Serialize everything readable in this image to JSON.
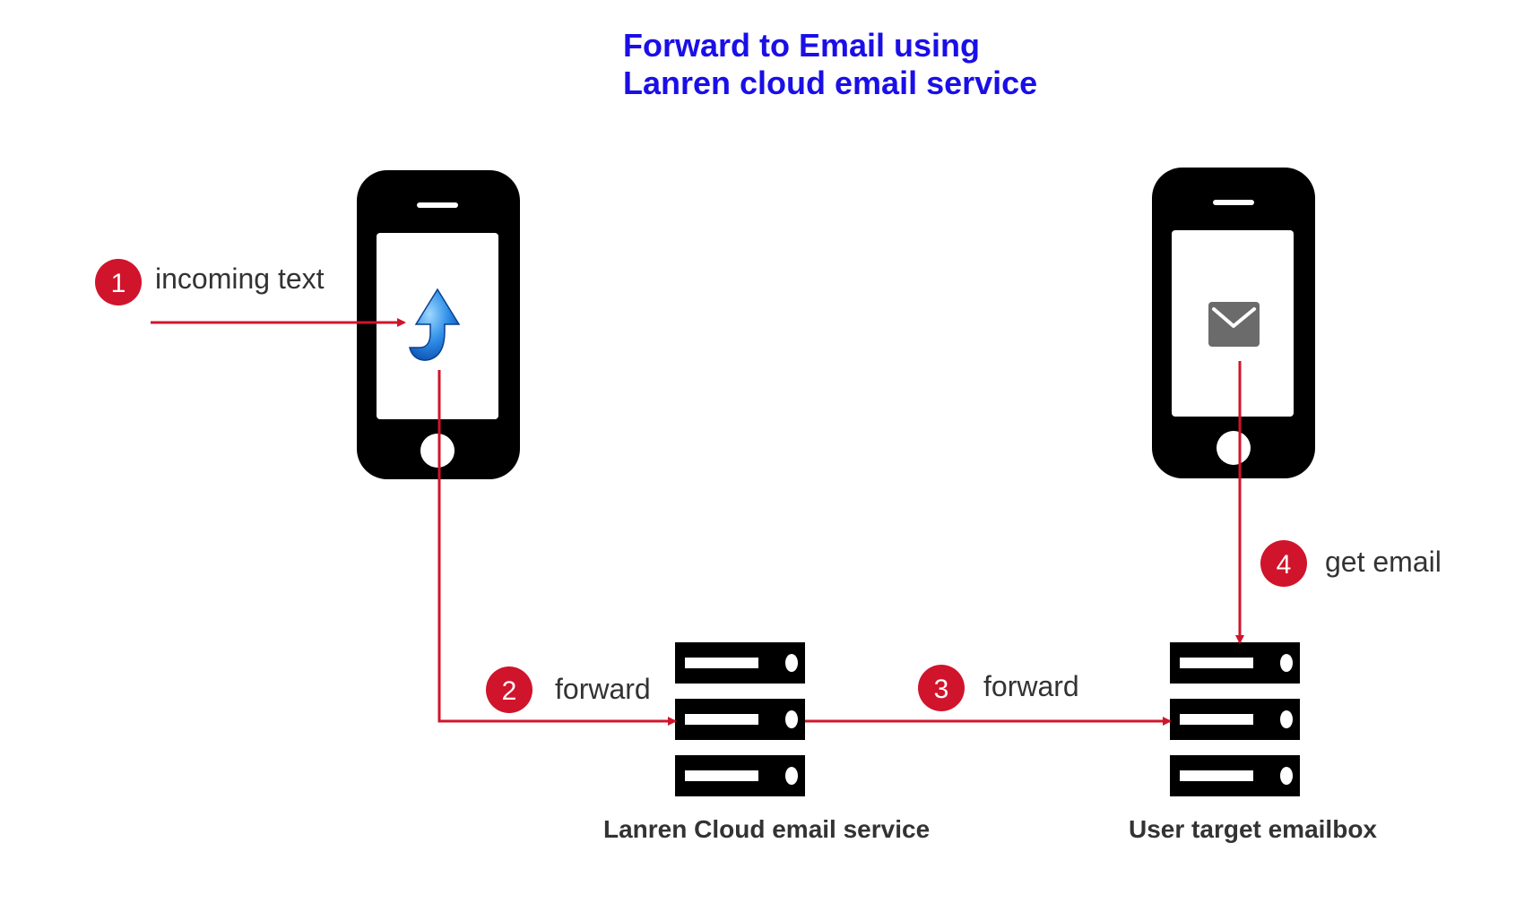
{
  "title": {
    "line1": "Forward to Email using",
    "line2": "Lanren cloud email service"
  },
  "colors": {
    "title": "#1a0fe6",
    "arrow": "#d0142c",
    "badge": "#d0142c",
    "device": "#000000",
    "text": "#333333",
    "mail_icon": "#6b6b6b"
  },
  "steps": [
    {
      "number": "1",
      "label": "incoming text"
    },
    {
      "number": "2",
      "label": "forward"
    },
    {
      "number": "3",
      "label": "forward"
    },
    {
      "number": "4",
      "label": "get email"
    }
  ],
  "nodes": {
    "sender_phone": {
      "icon": "upload-arrow-icon"
    },
    "receiver_phone": {
      "icon": "envelope-icon"
    },
    "cloud_server": {
      "label": "Lanren Cloud email service",
      "icon": "server-icon"
    },
    "target_server": {
      "label": "User target emailbox",
      "icon": "server-icon"
    }
  }
}
